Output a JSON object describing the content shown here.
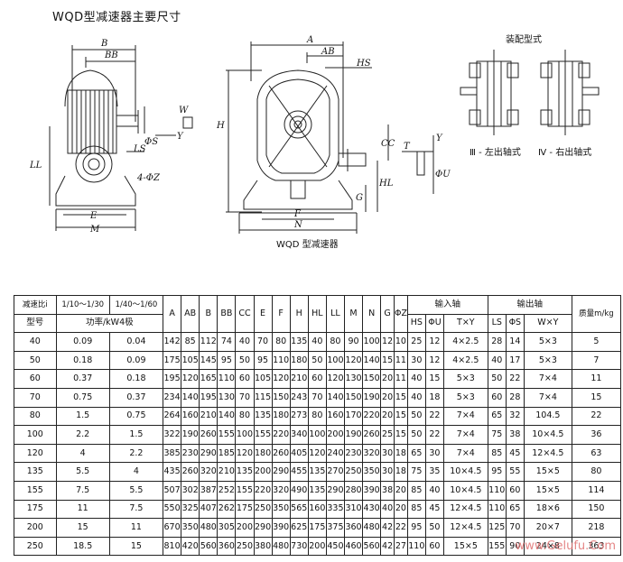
{
  "title": "WQD型减速器主要尺寸",
  "drawing": {
    "labels": {
      "B": "B",
      "BB": "BB",
      "W": "W",
      "Y": "Y",
      "phiS": "ΦS",
      "LS": "LS",
      "LL": "LL",
      "holes": "4-ΦZ",
      "E": "E",
      "M": "M",
      "A": "A",
      "AB": "AB",
      "HS": "HS",
      "H": "H",
      "CC": "CC",
      "HL": "HL",
      "G": "G",
      "F": "F",
      "N": "N",
      "T": "T",
      "Y2": "Y",
      "phiU": "ΦU"
    },
    "caption": "WQD 型减速器",
    "assembly_title": "装配型式",
    "type3_caption": "Ⅲ - 左出轴式",
    "type4_caption": "Ⅳ - 右出轴式"
  },
  "table": {
    "header": {
      "ratio": "减速比i",
      "ratio_a": "1/10～1/30",
      "ratio_b": "1/40～1/60",
      "model": "型号",
      "power": "功率/kW4极",
      "dims": [
        "A",
        "AB",
        "B",
        "BB",
        "CC",
        "E",
        "F",
        "H",
        "HL",
        "LL",
        "M",
        "N",
        "G",
        "ΦZ"
      ],
      "input_shaft": "输入轴",
      "input_cols": [
        "HS",
        "ΦU",
        "T×Y"
      ],
      "output_shaft": "输出轴",
      "output_cols": [
        "LS",
        "ΦS",
        "W×Y"
      ],
      "mass": "质量m/kg"
    },
    "rows": [
      [
        "40",
        "0.09",
        "0.04",
        "142",
        "85",
        "112",
        "74",
        "40",
        "70",
        "80",
        "135",
        "40",
        "80",
        "90",
        "100",
        "12",
        "10",
        "25",
        "12",
        "4×2.5",
        "28",
        "14",
        "5×3",
        "5"
      ],
      [
        "50",
        "0.18",
        "0.09",
        "175",
        "105",
        "145",
        "95",
        "50",
        "95",
        "110",
        "180",
        "50",
        "100",
        "120",
        "140",
        "15",
        "11",
        "30",
        "12",
        "4×2.5",
        "40",
        "17",
        "5×3",
        "7"
      ],
      [
        "60",
        "0.37",
        "0.18",
        "195",
        "120",
        "165",
        "110",
        "60",
        "105",
        "120",
        "210",
        "60",
        "120",
        "130",
        "150",
        "20",
        "11",
        "40",
        "15",
        "5×3",
        "50",
        "22",
        "7×4",
        "11"
      ],
      [
        "70",
        "0.75",
        "0.37",
        "234",
        "140",
        "195",
        "130",
        "70",
        "115",
        "150",
        "243",
        "70",
        "140",
        "150",
        "190",
        "20",
        "15",
        "40",
        "18",
        "5×3",
        "60",
        "28",
        "7×4",
        "15"
      ],
      [
        "80",
        "1.5",
        "0.75",
        "264",
        "160",
        "210",
        "140",
        "80",
        "135",
        "180",
        "273",
        "80",
        "160",
        "170",
        "220",
        "20",
        "15",
        "50",
        "22",
        "7×4",
        "65",
        "32",
        "104.5",
        "22"
      ],
      [
        "100",
        "2.2",
        "1.5",
        "322",
        "190",
        "260",
        "155",
        "100",
        "155",
        "220",
        "340",
        "100",
        "200",
        "190",
        "260",
        "25",
        "15",
        "50",
        "22",
        "7×4",
        "75",
        "38",
        "10×4.5",
        "36"
      ],
      [
        "120",
        "4",
        "2.2",
        "385",
        "230",
        "290",
        "185",
        "120",
        "180",
        "260",
        "405",
        "120",
        "240",
        "230",
        "320",
        "30",
        "18",
        "65",
        "30",
        "7×4",
        "85",
        "45",
        "12×4.5",
        "63"
      ],
      [
        "135",
        "5.5",
        "4",
        "435",
        "260",
        "320",
        "210",
        "135",
        "200",
        "290",
        "455",
        "135",
        "270",
        "250",
        "350",
        "30",
        "18",
        "75",
        "35",
        "10×4.5",
        "95",
        "55",
        "15×5",
        "80"
      ],
      [
        "155",
        "7.5",
        "5.5",
        "507",
        "302",
        "387",
        "252",
        "155",
        "220",
        "320",
        "490",
        "135",
        "290",
        "280",
        "390",
        "38",
        "20",
        "85",
        "40",
        "10×4.5",
        "110",
        "60",
        "15×5",
        "114"
      ],
      [
        "175",
        "11",
        "7.5",
        "550",
        "325",
        "407",
        "262",
        "175",
        "250",
        "350",
        "565",
        "160",
        "335",
        "310",
        "430",
        "40",
        "20",
        "85",
        "45",
        "12×4.5",
        "110",
        "65",
        "18×6",
        "150"
      ],
      [
        "200",
        "15",
        "11",
        "670",
        "350",
        "480",
        "305",
        "200",
        "290",
        "390",
        "625",
        "175",
        "375",
        "360",
        "480",
        "42",
        "22",
        "95",
        "50",
        "12×4.5",
        "125",
        "70",
        "20×7",
        "218"
      ],
      [
        "250",
        "18.5",
        "15",
        "810",
        "420",
        "560",
        "360",
        "250",
        "380",
        "480",
        "730",
        "200",
        "450",
        "460",
        "560",
        "42",
        "27",
        "110",
        "60",
        "15×5",
        "155",
        "90",
        "24×8",
        "363"
      ]
    ]
  },
  "watermark": "www.Gelufu.Com",
  "colors": {
    "line": "#222222",
    "watermark": "#e07070"
  }
}
